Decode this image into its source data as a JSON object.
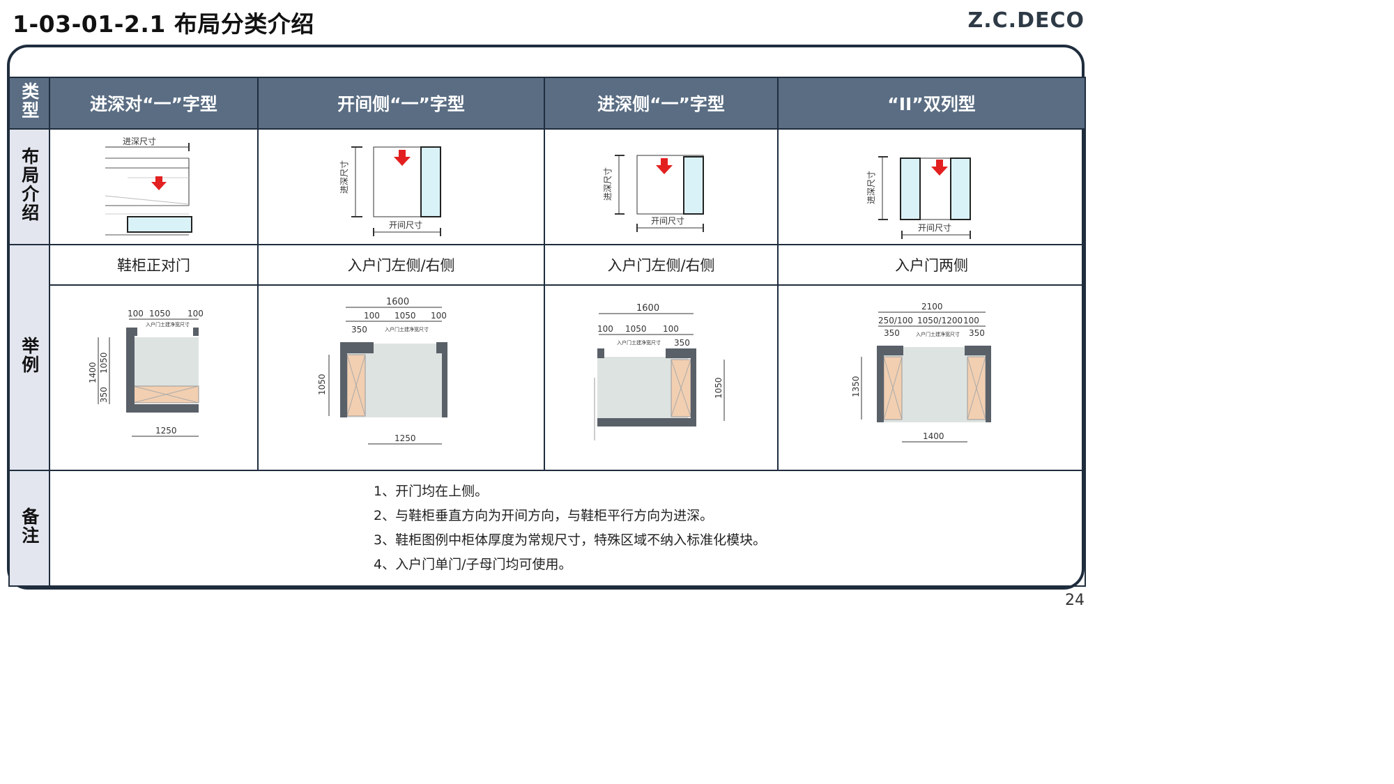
{
  "header": {
    "title": "1-03-01-2.1 布局分类介绍",
    "logo": "Z.C.DECO"
  },
  "page_number": "24",
  "row_labels": {
    "type": "类型",
    "layout": "布局介绍",
    "example": "举例",
    "notes": "备注"
  },
  "columns": [
    {
      "name": "进深对“一”字型",
      "caption": "鞋柜正对门",
      "layout_label": "进深尺寸",
      "example_dims": {
        "d1": "100",
        "d2": "1050",
        "d3": "100",
        "net": "入户门土建净宽尺寸",
        "h1": "1400",
        "h2": "1050",
        "h3": "350",
        "w": "1250"
      }
    },
    {
      "name": "开间侧“一”字型",
      "caption": "入户门左侧/右侧",
      "layout_label": "开间尺寸",
      "layout_label_v": "进深尺寸",
      "example_dims": {
        "total": "1600",
        "d1": "100",
        "d2": "1050",
        "d3": "100",
        "s": "350",
        "net": "入户门土建净宽尺寸",
        "h": "1050",
        "w": "1250"
      }
    },
    {
      "name": "进深侧“一”字型",
      "caption": "入户门左侧/右侧",
      "layout_label": "开间尺寸",
      "layout_label_v": "进深尺寸",
      "example_dims": {
        "total": "1600",
        "d1": "100",
        "d2": "1050",
        "d3": "100",
        "s": "350",
        "net": "入户门土建净宽尺寸",
        "h": "1050"
      }
    },
    {
      "name": "“II”双列型",
      "caption": "入户门两侧",
      "layout_label": "开间尺寸",
      "layout_label_v": "进深尺寸",
      "example_dims": {
        "total": "2100",
        "d1": "250/100",
        "d2": "1050/1200",
        "d3": "100",
        "s1": "350",
        "s2": "350",
        "net": "入户门土建净宽尺寸",
        "h": "1350",
        "w": "1400"
      }
    }
  ],
  "notes": [
    "1、开门均在上侧。",
    "2、与鞋柜垂直方向为开间方向，与鞋柜平行方向为进深。",
    "3、鞋柜图例中柜体厚度为常规尺寸，特殊区域不纳入标准化模块。",
    "4、入户门单门/子母门均可使用。"
  ],
  "colors": {
    "header_bg": "#5a6d83",
    "side_bg": "#e3e6ef",
    "border": "#1f2d3d",
    "arrow": "#e32020",
    "cabinet": "#d9f2f7",
    "wood": "#f2cfb1",
    "wall": "#5a6068",
    "floor": "#dde3e1"
  }
}
